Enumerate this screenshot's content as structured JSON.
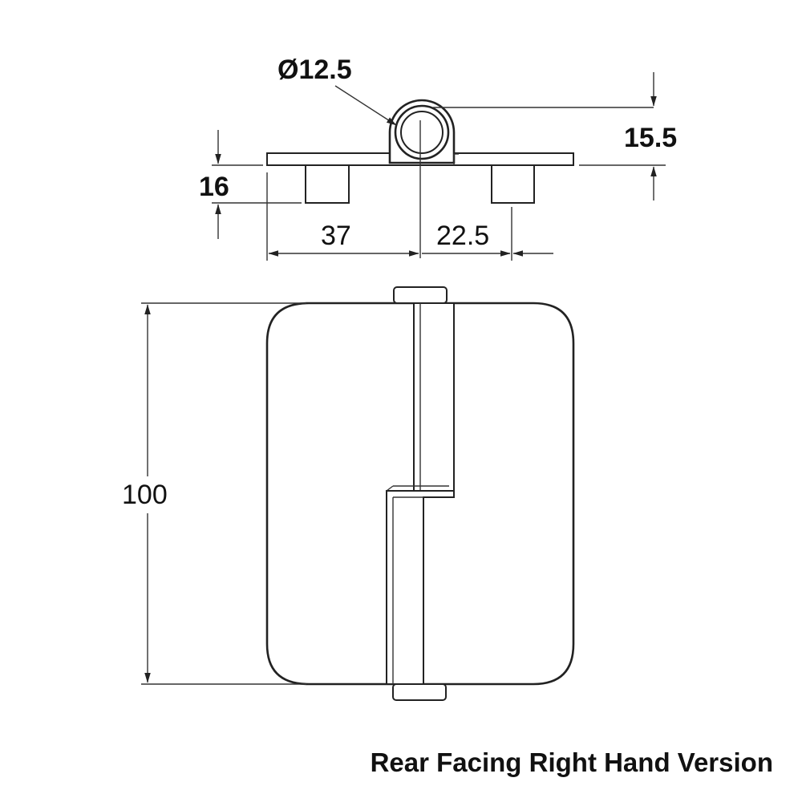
{
  "diagram": {
    "dimensions": {
      "pin_diameter": "Ø12.5",
      "knuckle_height": "15.5",
      "leaf_thickness": "16",
      "left_offset": "37",
      "right_offset": "22.5",
      "overall_height": "100"
    },
    "caption": "Rear Facing Right Hand Version"
  }
}
